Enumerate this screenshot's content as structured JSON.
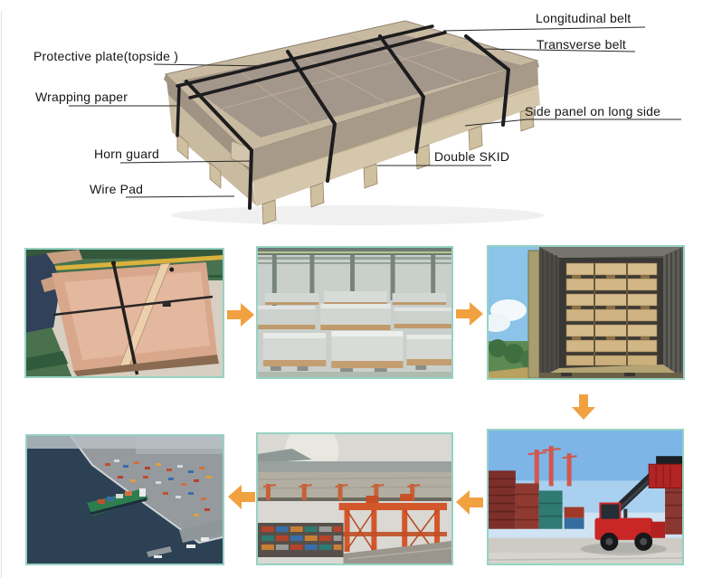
{
  "crate_labels": {
    "longitudinal_belt": "Longitudinal belt",
    "transverse_belt": "Transverse belt",
    "protective_plate": "Protective plate(topside )",
    "wrapping_paper": "Wrapping paper",
    "side_panel": "Side panel on long side",
    "horn_guard": "Horn guard",
    "double_skid": "Double SKID",
    "wire_pad": "Wire Pad"
  },
  "flow": {
    "row1_arrows": [
      "arrow-right",
      "arrow-right"
    ],
    "row_connector": "arrow-down",
    "row2_arrows": [
      "arrow-left",
      "arrow-left"
    ]
  },
  "colors": {
    "photo_border": "#96d2c3",
    "arrow": "#f1a140",
    "strap": "#1d1c1e",
    "crate_frame": "#c8baa1",
    "crate_top_wrap": "#a3968a",
    "crate_end": "#a09384",
    "crate_end_base": "#c9bba0",
    "crate_front_wrap": "#a89a89",
    "crate_front_base": "#d4c7ab",
    "skid_wood": "#cfc0a0",
    "leader_line": "#262626",
    "label_text": "#161616"
  }
}
